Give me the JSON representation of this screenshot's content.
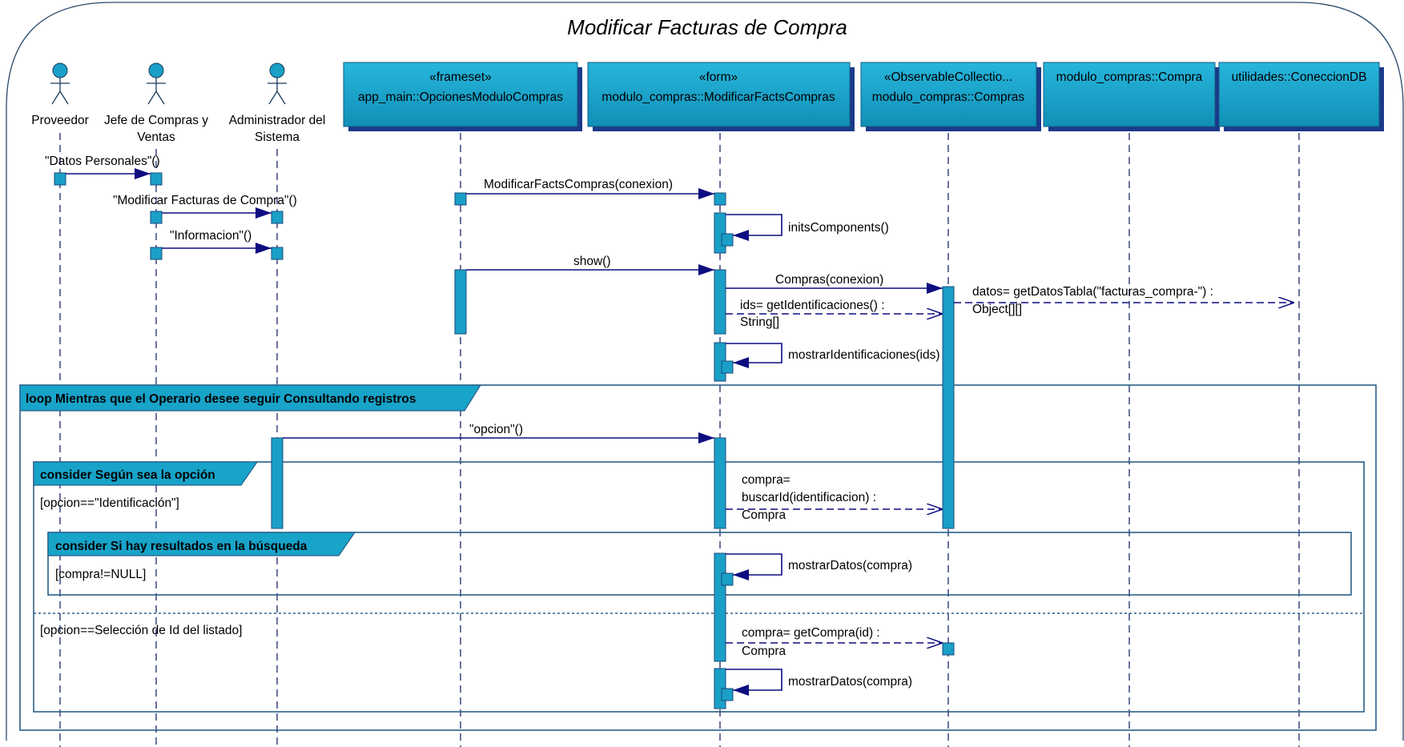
{
  "diagram": {
    "title": "Modificar Facturas de Compra",
    "actors": [
      {
        "label_lines": [
          "Proveedor"
        ]
      },
      {
        "label_lines": [
          "Jefe de Compras y",
          "Ventas"
        ]
      },
      {
        "label_lines": [
          "Administrador del",
          "Sistema"
        ]
      }
    ],
    "objects": [
      {
        "stereotype": "«frameset»",
        "name": "app_main::OpcionesModuloCompras"
      },
      {
        "stereotype": "«form»",
        "name": "modulo_compras::ModificarFactsCompras"
      },
      {
        "stereotype": "«ObservableCollectio...",
        "name": "modulo_compras::Compras"
      },
      {
        "stereotype": "",
        "name": "modulo_compras::Compra"
      },
      {
        "stereotype": "",
        "name": "utilidades::ConeccionDB"
      }
    ],
    "messages": [
      {
        "label": "\"Datos Personales\"()"
      },
      {
        "label": "\"Modificar Facturas de Compra\"()"
      },
      {
        "label": "\"Informacion\"()"
      },
      {
        "label": "ModificarFactsCompras(conexion)"
      },
      {
        "label": "initsComponents()"
      },
      {
        "label": "show()"
      },
      {
        "label": "Compras(conexion)"
      },
      {
        "label_lines": [
          "ids= getIdentificaciones() :",
          "String[]"
        ]
      },
      {
        "label_lines": [
          "datos= getDatosTabla(\"facturas_compra-\") :",
          "Object[][]"
        ]
      },
      {
        "label": "mostrarIdentificaciones(ids)"
      },
      {
        "label": "\"opcion\"()"
      },
      {
        "label_lines": [
          "compra=",
          "buscarId(identificacion) :",
          "Compra"
        ]
      },
      {
        "label": "mostrarDatos(compra)"
      },
      {
        "label_lines": [
          "compra= getCompra(id) :",
          "Compra"
        ]
      },
      {
        "label": "mostrarDatos(compra)"
      }
    ],
    "fragments": [
      {
        "operator": "loop",
        "text": "loop Mientras que el Operario desee seguir Consultando registros"
      },
      {
        "operator": "consider",
        "text": "consider Según sea la opción",
        "guards": [
          "[opcion==\"Identificación\"]",
          "[opcion==Selección de Id del listado]"
        ]
      },
      {
        "operator": "consider",
        "text": "consider Si hay resultados en la búsqueda",
        "guards": [
          "[compra!=NULL]"
        ]
      }
    ]
  }
}
